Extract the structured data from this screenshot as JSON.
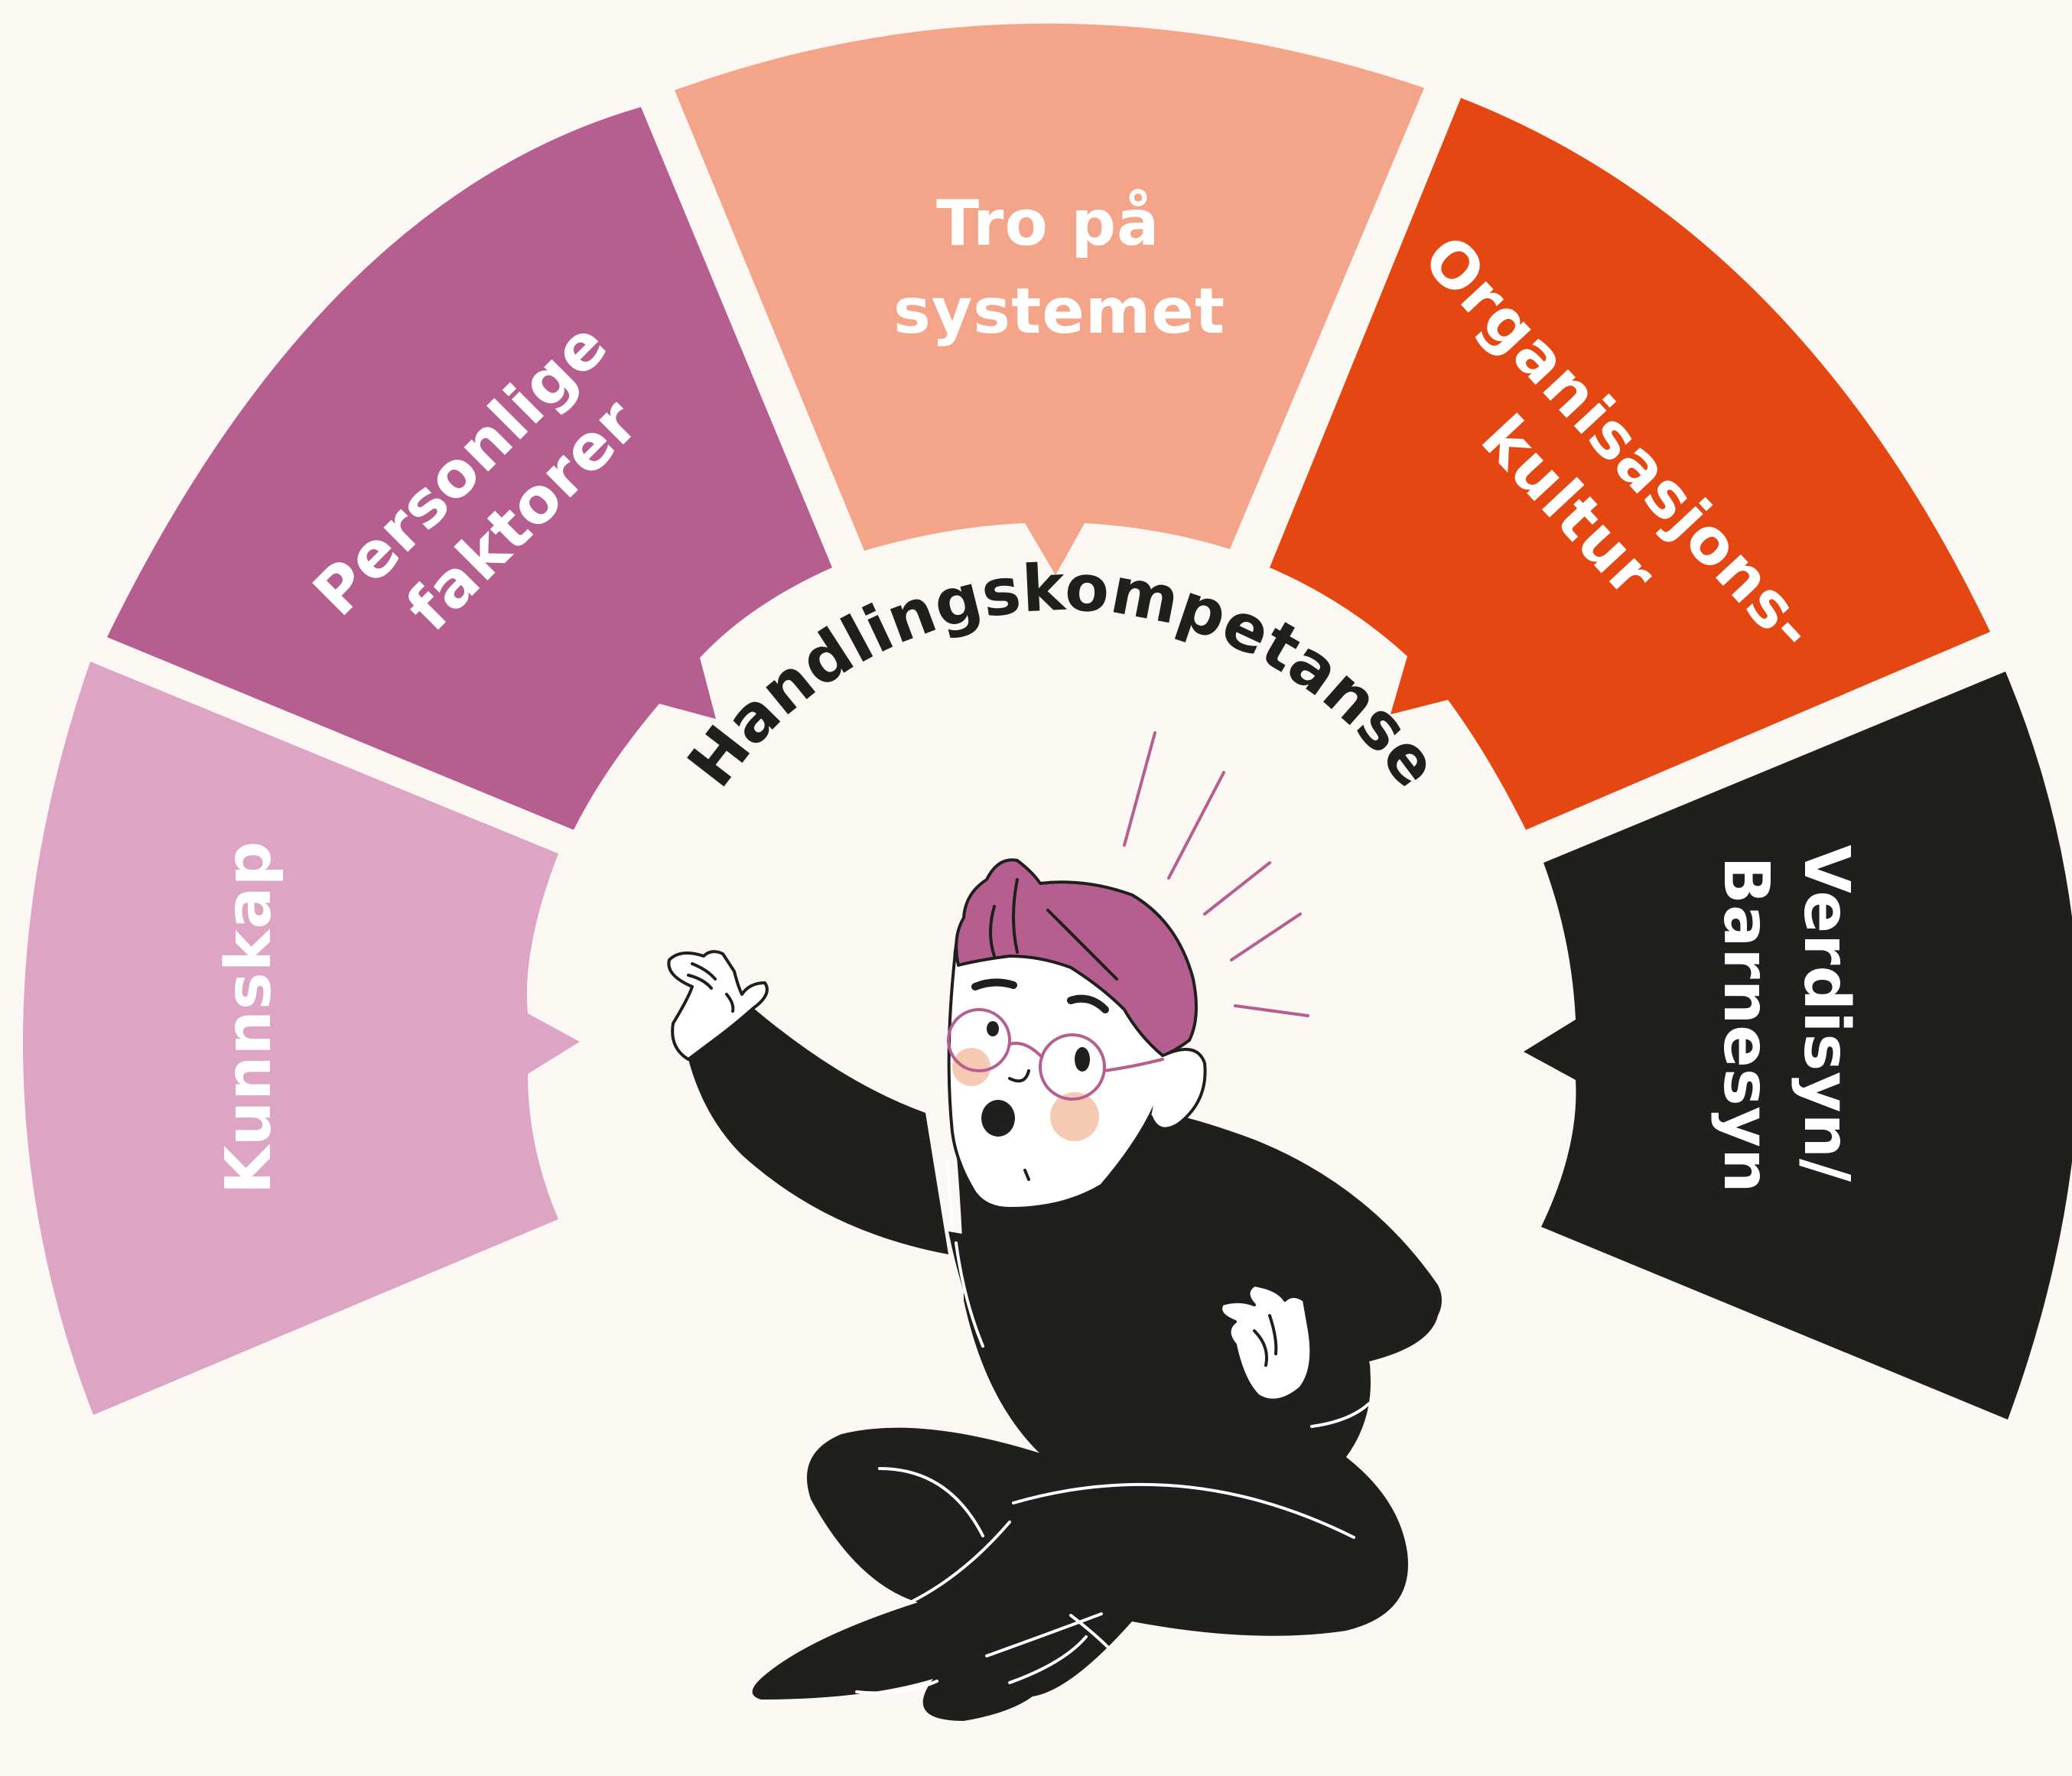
{
  "center": {
    "title": "Handlingskompetanse"
  },
  "segments": [
    {
      "id": "kunnskap",
      "lines": [
        "Kunnskap"
      ],
      "color": "#dea4c3"
    },
    {
      "id": "personlige-faktorer",
      "lines": [
        "Personlige",
        "faktorer"
      ],
      "color": "#b55e8f"
    },
    {
      "id": "tro-pa-systemet",
      "lines": [
        "Tro på",
        "systemet"
      ],
      "color": "#f4a488"
    },
    {
      "id": "organisasjonskultur",
      "lines": [
        "Organisasjons-",
        "kultur"
      ],
      "color": "#e54712"
    },
    {
      "id": "verdisyn-barnesyn",
      "lines": [
        "Verdisyn/",
        "Barnesyn"
      ],
      "color": "#1f1f1d"
    }
  ],
  "colors": {
    "background": "#fbf7f3",
    "figure_dark": "#1f1f1d",
    "hair": "#b55e8f",
    "cheek": "#f6c9b3",
    "glasses": "#b55e8f"
  }
}
